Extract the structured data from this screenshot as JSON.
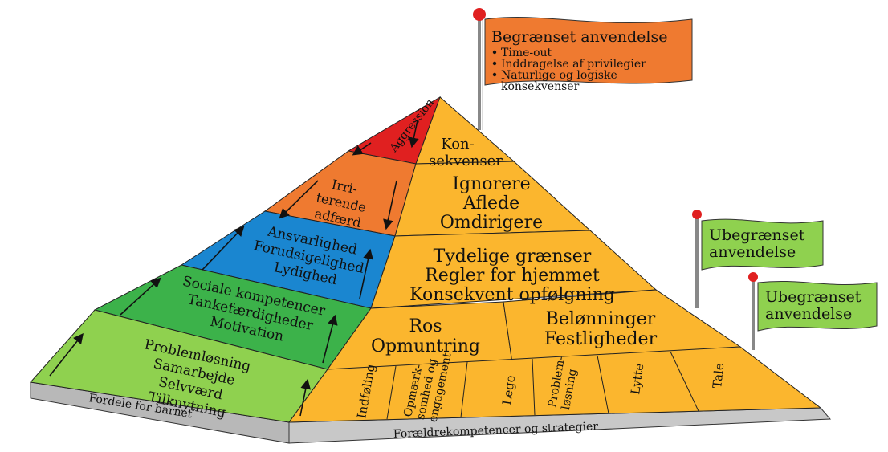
{
  "colors": {
    "red": "#e02020",
    "orange": "#ef7a30",
    "blue": "#1a86d0",
    "green": "#3cb24a",
    "lightgreen": "#8fd14f",
    "yellow": "#fbb62e",
    "flag_orange": "#ef7a30",
    "flag_green": "#8fd14f",
    "base_gray": "#b8b8b8"
  },
  "top_flag": {
    "title": "Begrænset anvendelse",
    "items": [
      [
        "Time-out"
      ],
      [
        "Inddragelse af privilegier"
      ],
      [
        "Naturlige og logiske",
        "konsekvenser"
      ]
    ]
  },
  "side_flags": [
    {
      "lines": [
        "Ubegrænset",
        "anvendelse"
      ]
    },
    {
      "lines": [
        "Ubegrænset",
        "anvendelse"
      ]
    }
  ],
  "left_side": {
    "aggression": "Aggression",
    "irriterende": [
      "Irri-",
      "terende",
      "adfærd"
    ],
    "ansvarlighed": [
      "Ansvarlighed",
      "Forudsigelighed",
      "Lydighed"
    ],
    "sociale": [
      "Sociale kompetencer",
      "Tankefærdigheder",
      "Motivation"
    ],
    "problem": [
      "Problemløsning",
      "Samarbejde",
      "Selvværd",
      "Tilknytning"
    ],
    "base_label": "Fordele for barnet"
  },
  "right_side": {
    "konsekvenser": [
      "Kon-",
      "sekvenser"
    ],
    "ignorere": [
      "Ignorere",
      "Aflede",
      "Omdirigere"
    ],
    "tydelige": [
      "Tydelige grænser",
      "Regler for hjemmet",
      "Konsekvent opfølgning"
    ],
    "ros": [
      "Ros",
      "Opmuntring"
    ],
    "beloenninger": [
      "Belønninger",
      "Festligheder"
    ],
    "bottom_cells": [
      {
        "lines": [
          "Indføling"
        ]
      },
      {
        "lines": [
          "Opmærk-",
          "somhed og",
          "engagement"
        ]
      },
      {
        "lines": [
          "Lege"
        ]
      },
      {
        "lines": [
          "Problem-",
          "løsning"
        ]
      },
      {
        "lines": [
          "Lytte"
        ]
      },
      {
        "lines": [
          "Tale"
        ]
      }
    ],
    "base_label": "Forældrekompetencer og strategier"
  }
}
